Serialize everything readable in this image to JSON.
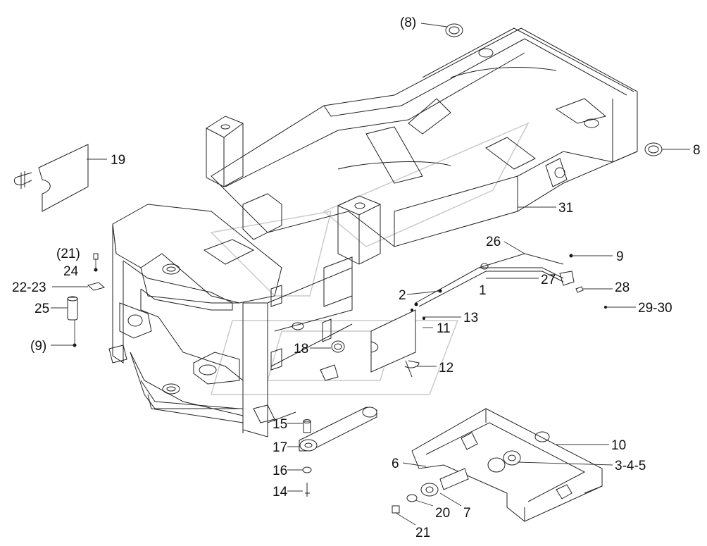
{
  "callouts": {
    "c8p": "(8)",
    "c8": "8",
    "c19": "19",
    "c31": "31",
    "c26": "26",
    "c9a": "9",
    "c21p": "(21)",
    "c24": "24",
    "c27": "27",
    "c28": "28",
    "c2223": "22-23",
    "c2": "2",
    "c1": "1",
    "c2930": "29-30",
    "c25": "25",
    "c13": "13",
    "c11": "11",
    "c9p": "(9)",
    "c18": "18",
    "c12": "12",
    "c15": "15",
    "c10": "10",
    "c17": "17",
    "c6": "6",
    "c345": "3-4-5",
    "c16": "16",
    "c14": "14",
    "c20": "20",
    "c7": "7",
    "c21": "21"
  }
}
